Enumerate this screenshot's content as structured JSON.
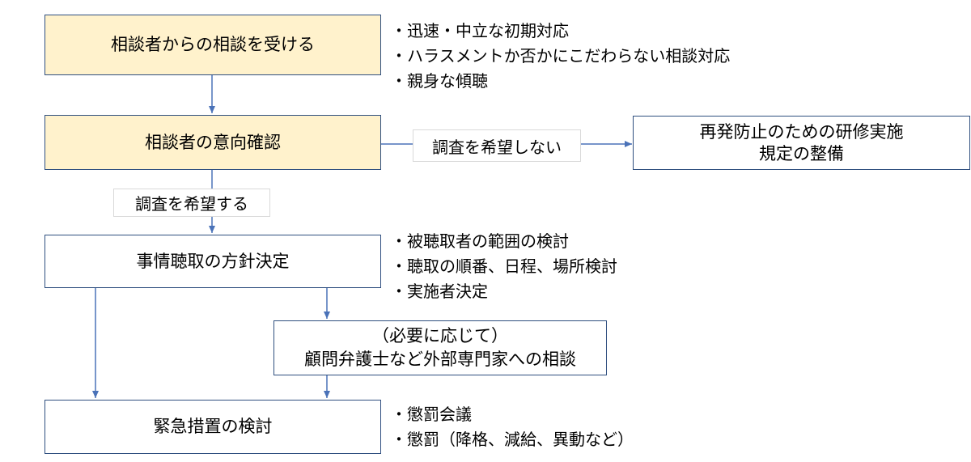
{
  "boxes": {
    "receive": "相談者からの相談を受ける",
    "intent": "相談者の意向確認",
    "prevention": [
      "再発防止のための研修実施",
      "規定の整備"
    ],
    "policy": "事情聴取の方針決定",
    "consult": [
      "（必要に応じて）",
      "顧問弁護士など外部専門家への相談"
    ],
    "emergency": "緊急措置の検討"
  },
  "labels": {
    "no_investigation": "調査を希望しない",
    "investigation": "調査を希望する"
  },
  "notes": {
    "receive": [
      "・迅速・中立な初期対応",
      "・ハラスメントか否かにこだわらない相談対応",
      "・親身な傾聴"
    ],
    "policy": [
      "・被聴取者の範囲の検討",
      "・聴取の順番、日程、場所検討",
      "・実施者決定"
    ],
    "emergency": [
      "・懲罰会議",
      "・懲罰（降格、減給、異動など）"
    ]
  },
  "colors": {
    "border": "#2f4f7f",
    "arrow": "#4a72b8",
    "highlight_fill": "#fff2cc"
  }
}
